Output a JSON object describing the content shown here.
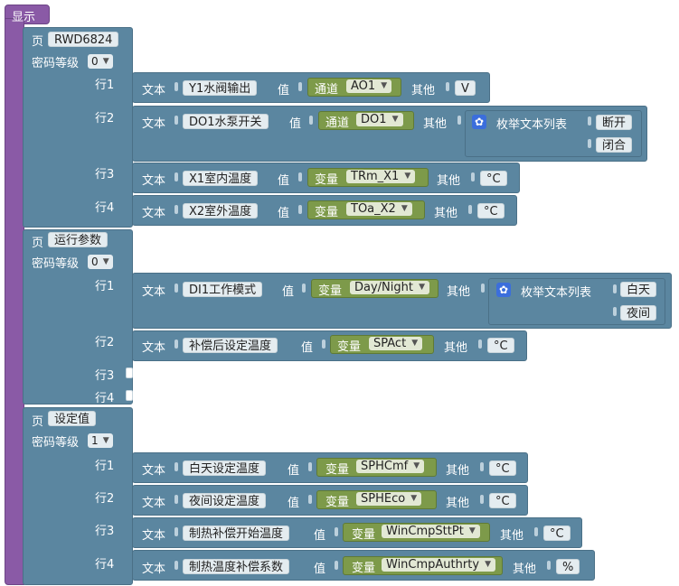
{
  "root": {
    "label": "显示"
  },
  "labels": {
    "page": "页",
    "pwd": "密码等级",
    "text": "文本",
    "value": "值",
    "other": "其他",
    "enum": "枚举文本列表",
    "channel": "通道",
    "variable": "变量",
    "r1": "行1",
    "r2": "行2",
    "r3": "行3",
    "r4": "行4"
  },
  "pages": [
    {
      "name": "RWD6824",
      "pwd": "0",
      "rows": [
        {
          "text": "Y1水阀输出",
          "kind": "通道",
          "var": "AO1",
          "unit": "V"
        },
        {
          "text": "DO1水泵开关",
          "kind": "通道",
          "var": "DO1",
          "enum": [
            "断开",
            "闭合"
          ]
        },
        {
          "text": "X1室内温度",
          "kind": "变量",
          "var": "TRm_X1",
          "unit": "°C"
        },
        {
          "text": "X2室外温度",
          "kind": "变量",
          "var": "TOa_X2",
          "unit": "°C"
        }
      ]
    },
    {
      "name": "运行参数",
      "pwd": "0",
      "rows": [
        {
          "text": "DI1工作模式",
          "kind": "变量",
          "var": "Day/Night",
          "enum": [
            "白天",
            "夜间"
          ]
        },
        {
          "text": "补偿后设定温度",
          "kind": "变量",
          "var": "SPAct",
          "unit": "°C"
        }
      ]
    },
    {
      "name": "设定值",
      "pwd": "1",
      "rows": [
        {
          "text": "白天设定温度",
          "kind": "变量",
          "var": "SPHCmf",
          "unit": "°C"
        },
        {
          "text": "夜间设定温度",
          "kind": "变量",
          "var": "SPHEco",
          "unit": "°C"
        },
        {
          "text": "制热补偿开始温度",
          "kind": "变量",
          "var": "WinCmpSttPt",
          "unit": "°C"
        },
        {
          "text": "制热温度补偿系数",
          "kind": "变量",
          "var": "WinCmpAuthrty",
          "unit": "%"
        }
      ]
    }
  ],
  "colors": {
    "purple": "#8a5aa6",
    "block": "#5b86a0",
    "dropdown": "#7d9a4a",
    "gear": "#3b6edc"
  }
}
